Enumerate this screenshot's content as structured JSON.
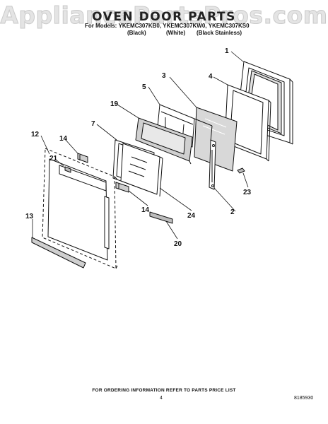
{
  "watermark": "AppliancePartsPros.com",
  "title": "OVEN DOOR PARTS",
  "models_prefix": "For Models:",
  "models": [
    "YKEMC307KB0,",
    "YKEMC307KW0,",
    "YKEMC307KS0"
  ],
  "colors": [
    "(Black)",
    "(White)",
    "(Black Stainless)"
  ],
  "callouts": [
    "1",
    "2",
    "3",
    "4",
    "5",
    "7",
    "12",
    "13",
    "14",
    "14",
    "19",
    "20",
    "21",
    "23",
    "24"
  ],
  "footer": "FOR ORDERING INFORMATION REFER TO PARTS PRICE LIST",
  "page_number": "4",
  "part_number": "8185930"
}
